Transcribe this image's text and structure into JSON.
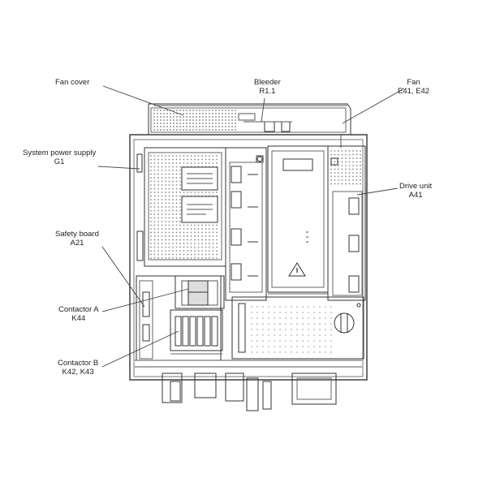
{
  "labels": {
    "fan_cover": {
      "line1": "Fan cover"
    },
    "bleeder": {
      "line1": "Bleeder",
      "line2": "R1.1"
    },
    "fan": {
      "line1": "Fan",
      "line2": "E41, E42"
    },
    "system_power_supply": {
      "line1": "System power supply",
      "line2": "G1"
    },
    "drive_unit": {
      "line1": "Drive unit",
      "line2": "A41"
    },
    "safety_board": {
      "line1": "Safety board",
      "line2": "A21"
    },
    "contactor_a": {
      "line1": "Contactor A",
      "line2": "K44"
    },
    "contactor_b": {
      "line1": "Contactor B",
      "line2": "K42, K43"
    }
  }
}
